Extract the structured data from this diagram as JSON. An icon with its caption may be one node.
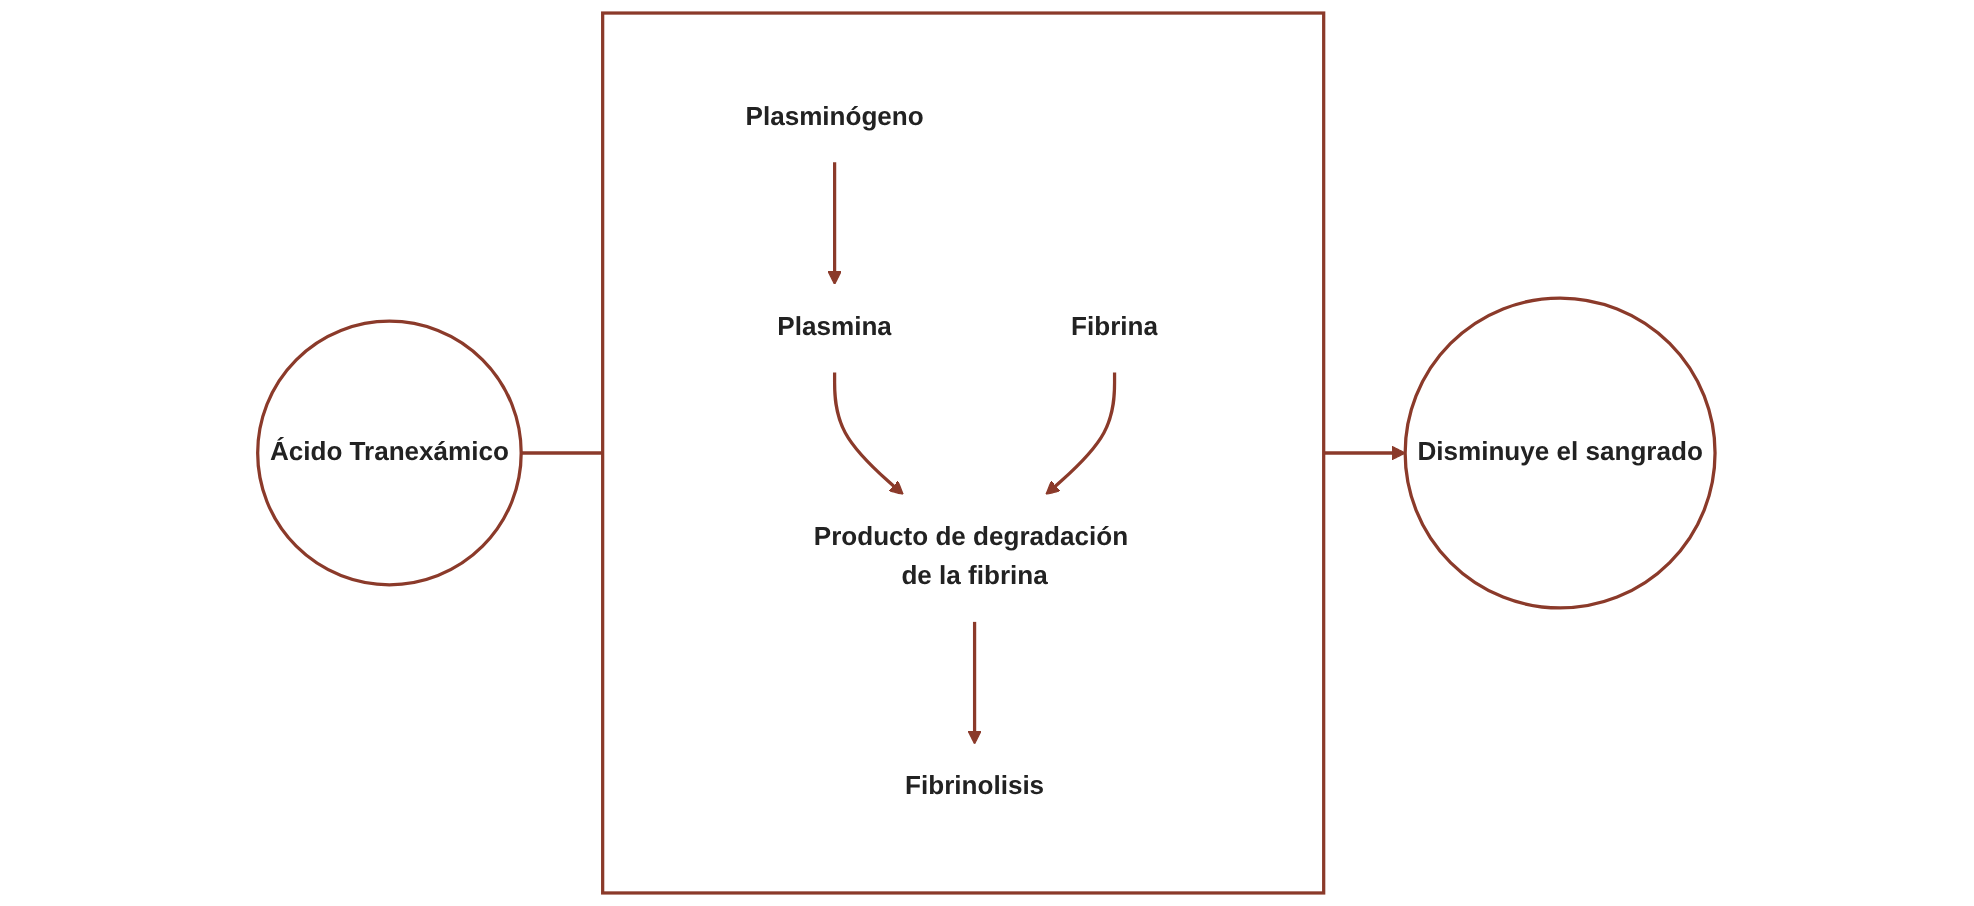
{
  "diagram": {
    "nodes": [
      {
        "text": [
          "Ácido Tranexámico"
        ]
      },
      {
        "text": [],
        "shape": "box"
      },
      {
        "text": [
          "Plasminógeno"
        ],
        "in": 1
      },
      {
        "text": [
          "Plasmina"
        ],
        "in": 1
      },
      {
        "text": [
          "Fibrina"
        ],
        "in": 1
      },
      {
        "text": [
          "Producto de degradación de la fibrina"
        ],
        "in": 1
      },
      {
        "text": [
          "Fibrinolisis"
        ],
        "in": 1
      },
      {
        "text": [
          "Disminuye el sangrado"
        ]
      }
    ],
    "edges": [
      {
        "from": 0,
        "to": 1,
        "arrow": "none"
      },
      {
        "from": 2,
        "to": 3,
        "arrow": "to"
      },
      {
        "from": 3,
        "to": 5,
        "arrow": "to"
      },
      {
        "from": 4,
        "to": 5,
        "arrow": "to"
      },
      {
        "from": 5,
        "to": 6,
        "arrow": "to"
      },
      {
        "from": 1,
        "to": 7,
        "arrow": "to"
      }
    ]
  }
}
